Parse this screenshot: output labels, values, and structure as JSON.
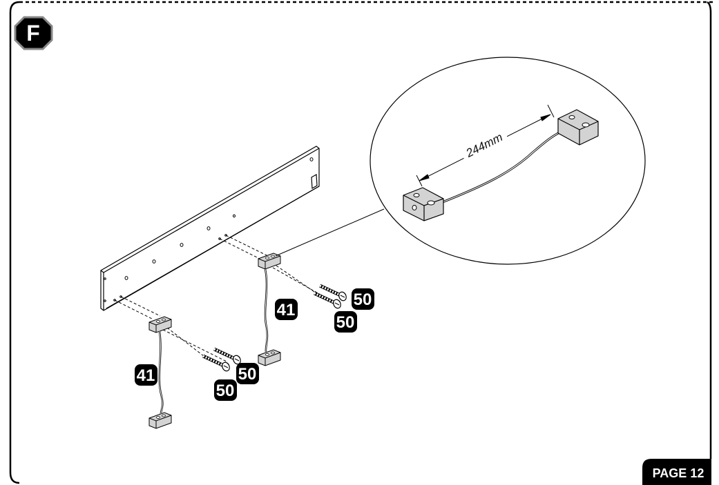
{
  "step": {
    "letter": "F"
  },
  "callouts": [
    {
      "part": "41"
    },
    {
      "part": "41"
    },
    {
      "part": "50"
    },
    {
      "part": "50"
    },
    {
      "part": "50"
    },
    {
      "part": "50"
    }
  ],
  "detail": {
    "dimension": "244mm"
  },
  "footer": {
    "page": "PAGE 12"
  }
}
